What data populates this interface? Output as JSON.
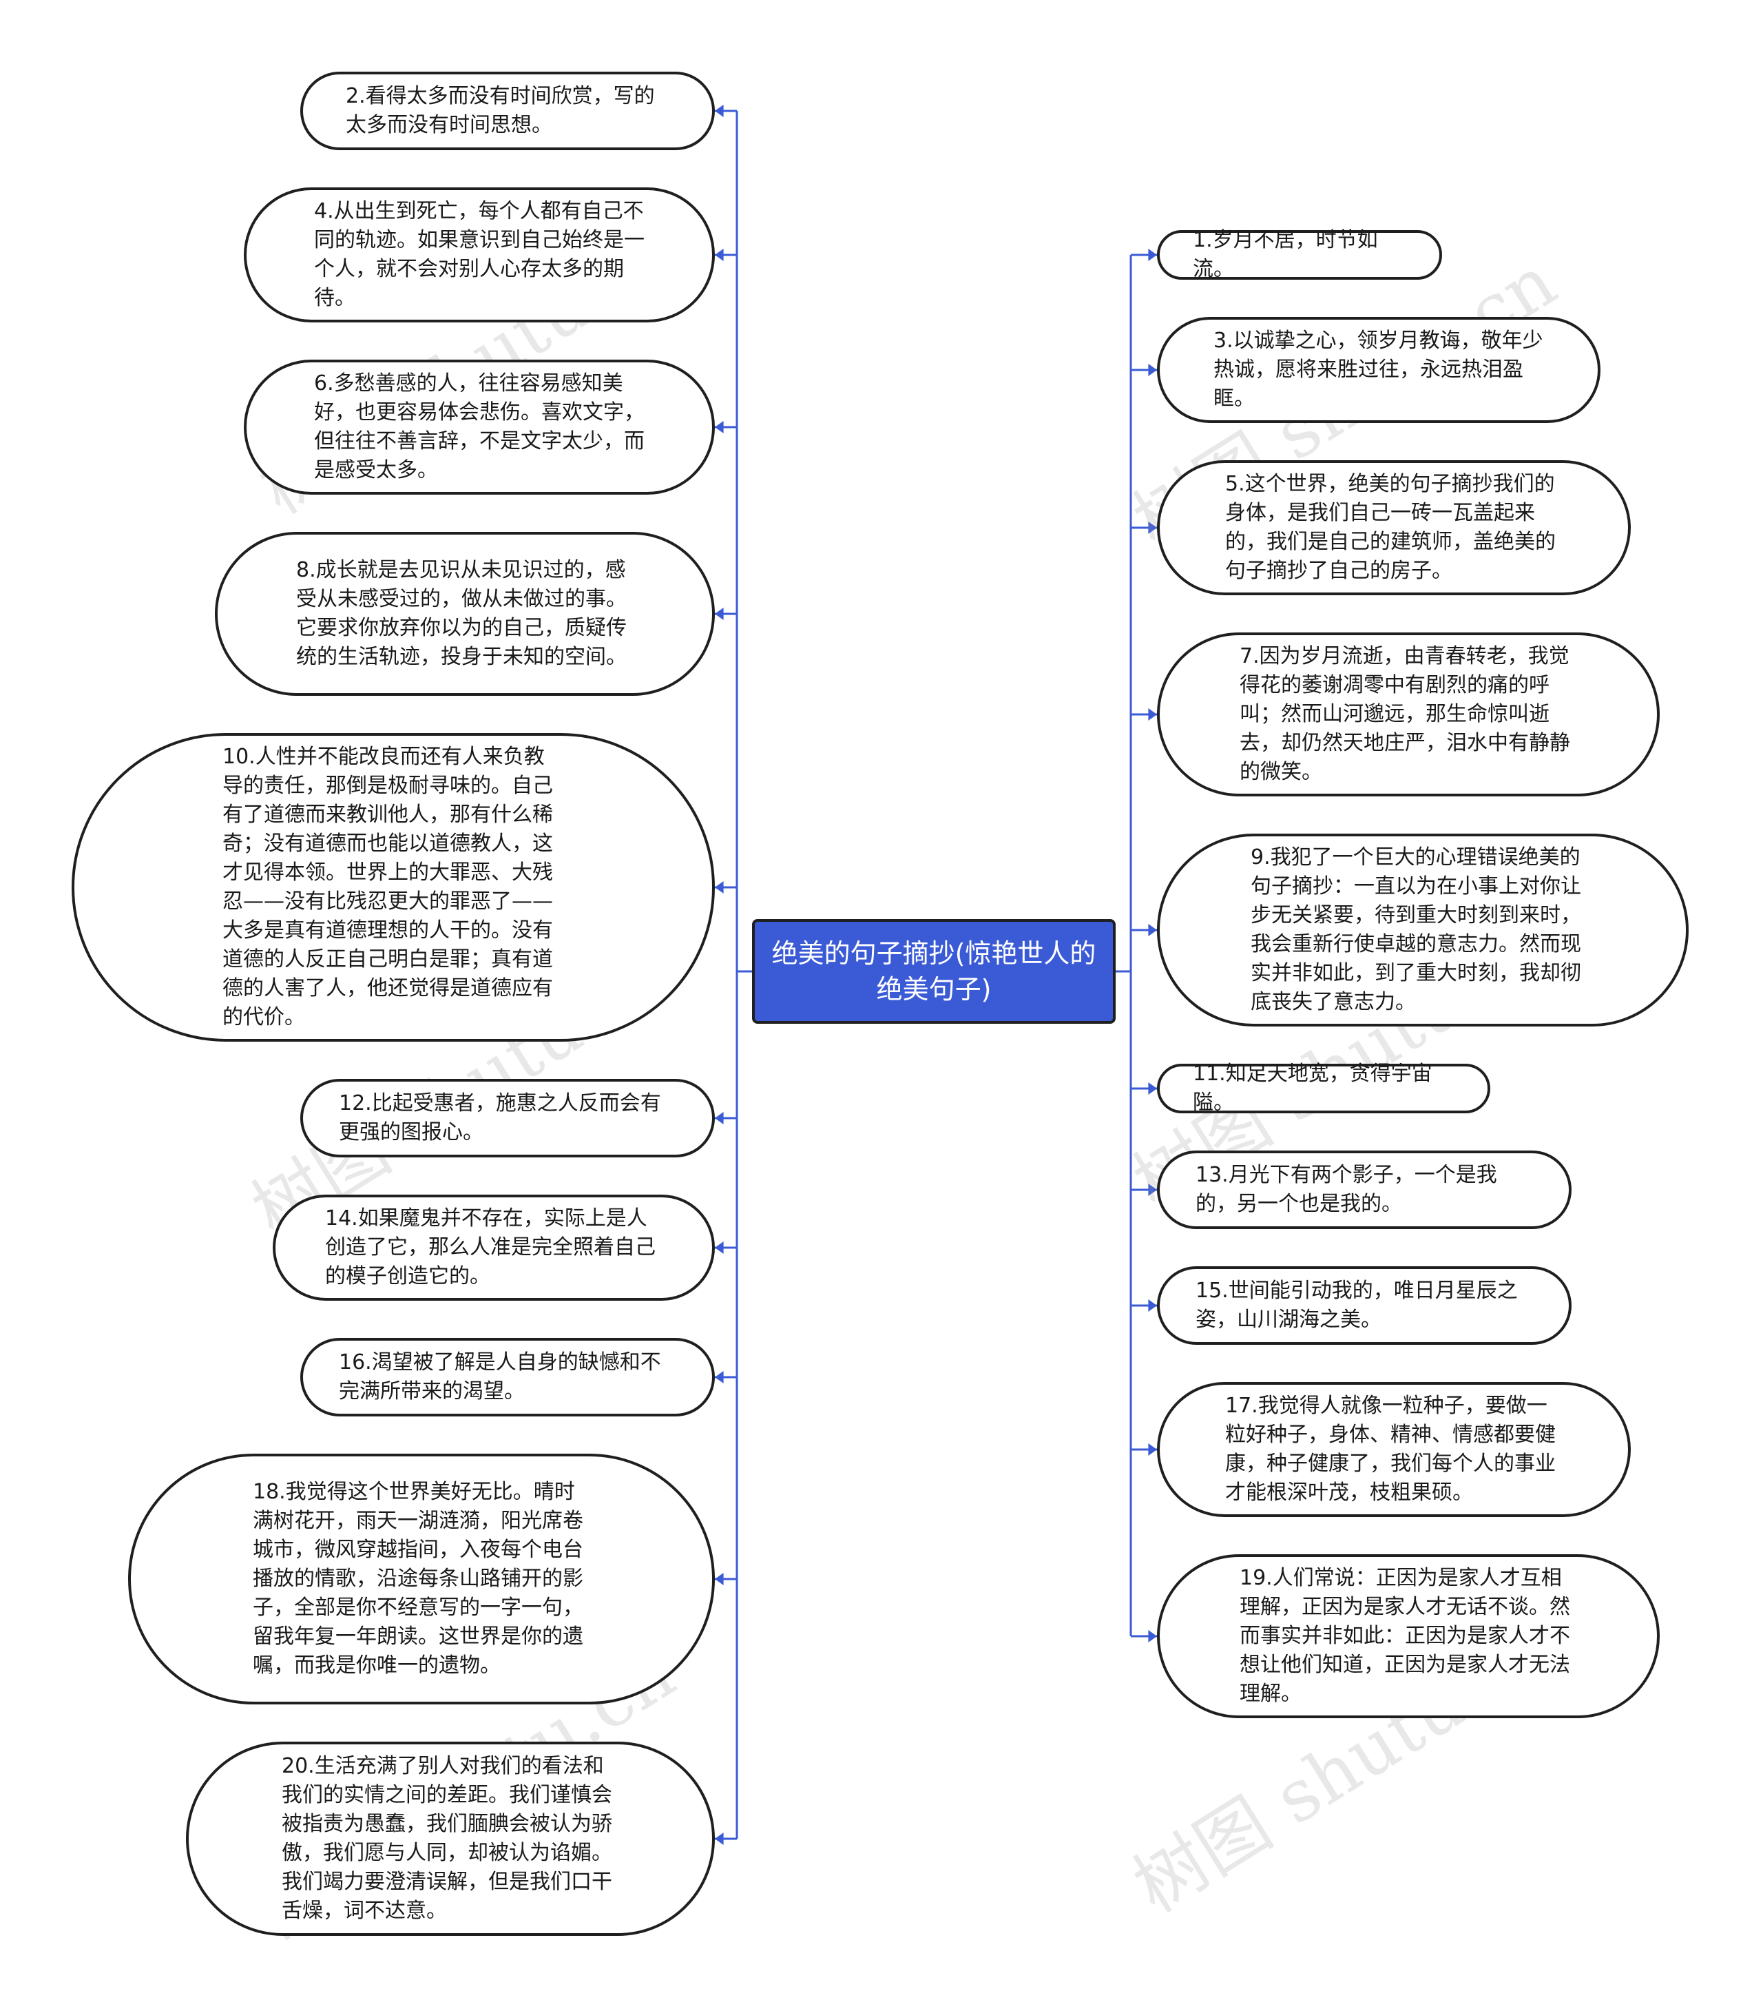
{
  "root": {
    "label": "绝美的句子摘抄(惊艳世人的绝美句子)"
  },
  "colors": {
    "line": "#3b5bd6",
    "root_fill": "#3b5bd6",
    "node_border": "#1f1f1f"
  },
  "watermark": "树图 shutu.cn",
  "left": [
    "2.看得太多而没有时间欣赏，写的太多而没有时间思想。",
    "4.从出生到死亡，每个人都有自己不同的轨迹。如果意识到自己始终是一个人，就不会对别人心存太多的期待。",
    "6.多愁善感的人，往往容易感知美好，也更容易体会悲伤。喜欢文字，但往往不善言辞，不是文字太少，而是感受太多。",
    "8.成长就是去见识从未见识过的，感受从未感受过的，做从未做过的事。它要求你放弃你以为的自己，质疑传统的生活轨迹，投身于未知的空间。",
    "10.人性并不能改良而还有人来负教导的责任，那倒是极耐寻味的。自己有了道德而来教训他人，那有什么稀奇；没有道德而也能以道德教人，这才见得本领。世界上的大罪恶、大残忍——没有比残忍更大的罪恶了——大多是真有道德理想的人干的。没有道德的人反正自己明白是罪；真有道德的人害了人，他还觉得是道德应有的代价。",
    "12.比起受惠者，施惠之人反而会有更强的图报心。",
    "14.如果魔鬼并不存在，实际上是人创造了它，那么人准是完全照着自己的模子创造它的。",
    "16.渴望被了解是人自身的缺憾和不完满所带来的渴望。",
    "18.我觉得这个世界美好无比。晴时满树花开，雨天一湖涟漪，阳光席卷城市，微风穿越指间，入夜每个电台播放的情歌，沿途每条山路铺开的影子，全部是你不经意写的一字一句，留我年复一年朗读。这世界是你的遗嘱，而我是你唯一的遗物。",
    "20.生活充满了别人对我们的看法和我们的实情之间的差距。我们谨慎会被指责为愚蠢，我们腼腆会被认为骄傲，我们愿与人同，却被认为谄媚。我们竭力要澄清误解，但是我们口干舌燥，词不达意。"
  ],
  "right": [
    "1.岁月不居，时节如流。",
    "3.以诚挚之心，领岁月教诲，敬年少热诚，愿将来胜过往，永远热泪盈眶。",
    "5.这个世界，绝美的句子摘抄我们的身体，是我们自己一砖一瓦盖起来的，我们是自己的建筑师，盖绝美的句子摘抄了自己的房子。",
    "7.因为岁月流逝，由青春转老，我觉得花的萎谢凋零中有剧烈的痛的呼叫；然而山河邈远，那生命惊叫逝去，却仍然天地庄严，泪水中有静静的微笑。",
    "9.我犯了一个巨大的心理错误绝美的句子摘抄：一直以为在小事上对你让步无关紧要，待到重大时刻到来时，我会重新行使卓越的意志力。然而现实并非如此，到了重大时刻，我却彻底丧失了意志力。",
    "11.知足天地宽，贪得宇宙隘。",
    "13.月光下有两个影子，一个是我的，另一个也是我的。",
    "15.世间能引动我的，唯日月星辰之姿，山川湖海之美。",
    "17.我觉得人就像一粒种子，要做一粒好种子，身体、精神、情感都要健康，种子健康了，我们每个人的事业才能根深叶茂，枝粗果硕。",
    "19.人们常说：正因为是家人才互相理解，正因为是家人才无话不谈。然而事实并非如此：正因为是家人才不想让他们知道，正因为是家人才无法理解。"
  ]
}
